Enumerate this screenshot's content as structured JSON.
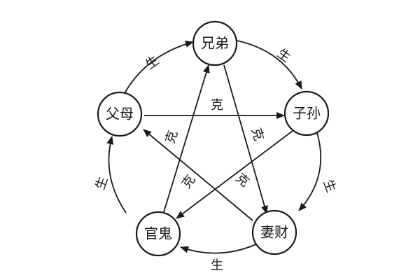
{
  "nodes": {
    "xiongdi": "兄弟",
    "zisun": "子孙",
    "qicai": "妻财",
    "guangui": "官鬼",
    "fumu": "父母"
  },
  "relations": {
    "sheng": "生",
    "ke": "克"
  },
  "colors": {
    "ink": "#1a1a1a",
    "background": "#ffffff"
  }
}
